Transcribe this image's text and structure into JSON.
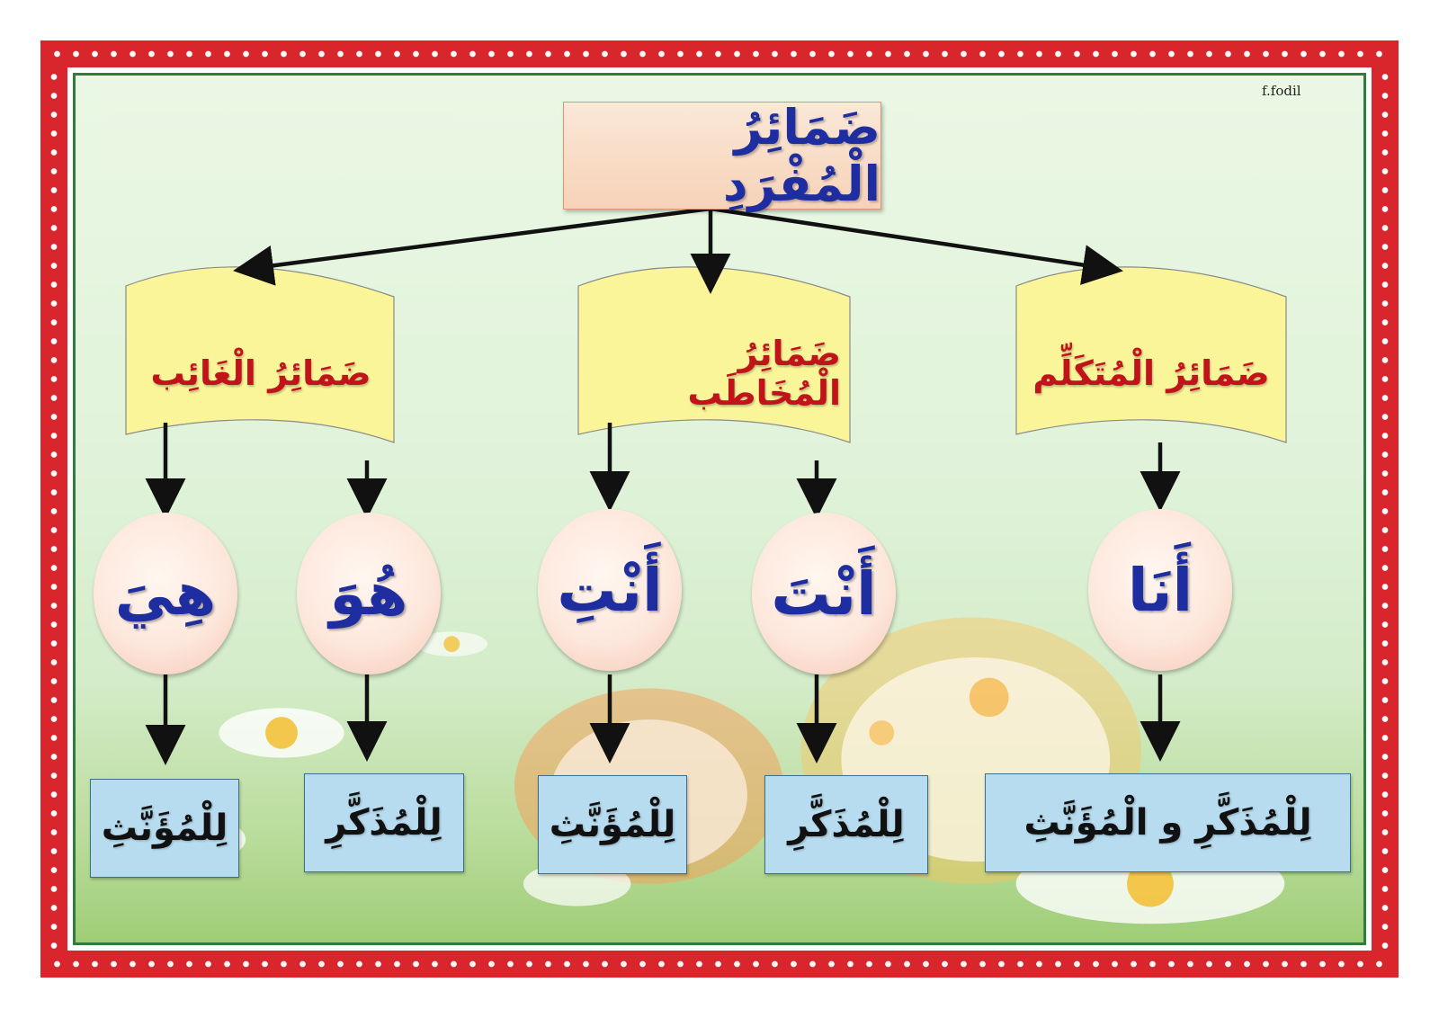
{
  "watermark": "f.fodil",
  "title": "ضَمَائِرُ الْمُفْرَدِ",
  "categories": [
    {
      "label": "ضَمَائِرُ الْغَائِب"
    },
    {
      "label": "ضَمَائِرُ الْمُخَاطَب"
    },
    {
      "label": "ضَمَائِرُ الْمُتَكَلِّم"
    }
  ],
  "pronouns": [
    {
      "word": "هِيَ",
      "gender": "لِلْمُؤَنَّثِ"
    },
    {
      "word": "هُوَ",
      "gender": "لِلْمُذَكَّرِ"
    },
    {
      "word": "أَنْتِ",
      "gender": "لِلْمُؤَنَّثِ"
    },
    {
      "word": "أَنْتَ",
      "gender": "لِلْمُذَكَّرِ"
    },
    {
      "word": "أَنَا",
      "gender": "لِلْمُذَكَّرِ و الْمُؤَنَّثِ"
    }
  ],
  "colors": {
    "frame": "#d9262c",
    "title_text": "#1e2ea0",
    "banner_fill": "#fbf59a",
    "banner_text": "#c0141a",
    "circle_text": "#1e2ea0",
    "leaf_fill": "#b7dcef"
  }
}
